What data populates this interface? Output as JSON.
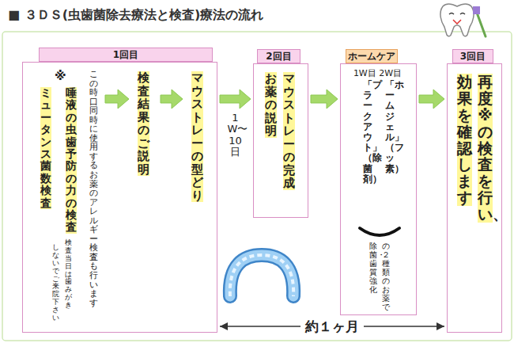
{
  "diagram": {
    "title": "■ ３ＤＳ(虫歯菌除去療法と検査)療法の流れ",
    "nodes": [
      {
        "text": [
          "1回目"
        ]
      },
      {
        "text": [
          "※",
          "唾液の虫歯予防の力の検査",
          "ミュータンス菌数検査"
        ],
        "in": 0
      },
      {
        "text": [
          "検査結果のご説明"
        ],
        "in": 0
      },
      {
        "text": [
          "マウストレーの型どり"
        ],
        "in": 0
      },
      {
        "text": [
          "2回目",
          "お薬の説明",
          "マウストレーの完成"
        ]
      },
      {
        "text": [
          "ホームケア",
          "1W目 2W目",
          "「ホームジェル」（フッ素）",
          "「プラークアウト」（除菌剤）",
          "の２種類のお薬で",
          "除菌・歯質強化"
        ]
      },
      {
        "text": [
          "3回目",
          "再度※の検査を行い、",
          "効果を確認します"
        ]
      }
    ],
    "edges": [
      {
        "from": 1,
        "to": 2,
        "arrow": "to"
      },
      {
        "from": 2,
        "to": 3,
        "arrow": "to"
      },
      {
        "from": 0,
        "to": 4,
        "arrow": "to",
        "label": "1W〜10日"
      },
      {
        "from": 4,
        "to": 5,
        "arrow": "to"
      },
      {
        "from": 5,
        "to": 6,
        "arrow": "to"
      },
      {
        "from": 0,
        "to": 6,
        "arrow": "both",
        "label": "約１ヶ月"
      }
    ],
    "labels": [
      "この時口同時に使用するお薬のアレルギー検査も行います",
      "検査当日は歯みがき",
      "しないでご来院下さい"
    ]
  }
}
